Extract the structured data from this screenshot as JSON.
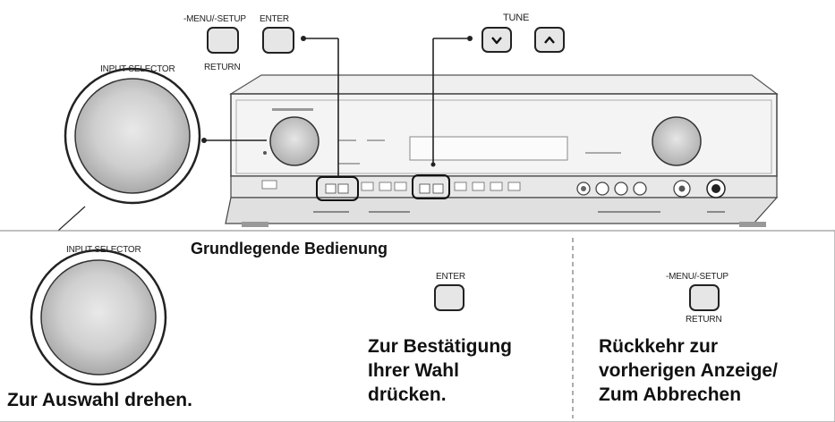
{
  "top": {
    "menu_setup_label": "-MENU/-SETUP",
    "return_label": "RETURN",
    "enter_label": "ENTER",
    "tune_label": "TUNE",
    "input_selector_label": "INPUT SELECTOR",
    "tune_down_icon": "chevron-down-icon",
    "tune_up_icon": "chevron-up-icon"
  },
  "panel": {
    "title": "Grundlegende Bedienung",
    "input_selector_label": "INPUT SELECTOR",
    "left_text": [
      "Zur Auswahl drehen."
    ],
    "enter_label": "ENTER",
    "middle_text": [
      "Zur Bestätigung",
      "Ihrer Wahl",
      "drücken."
    ],
    "menu_setup_label": "-MENU/-SETUP",
    "return_label": "RETURN",
    "right_text": [
      "Rückkehr zur",
      "vorherigen Anzeige/",
      "Zum Abbrechen"
    ]
  },
  "colors": {
    "panel_border": "#9a9a9a",
    "knob_outer": "#dcdcdc",
    "knob_inner": "#b8b8b8",
    "line": "#222222"
  }
}
